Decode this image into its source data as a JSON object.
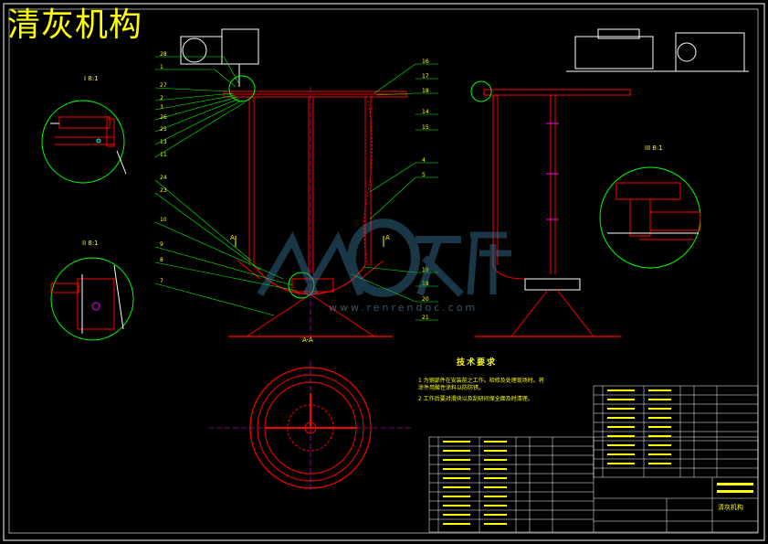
{
  "drawing": {
    "title": "清灰机构",
    "tech_requirements_title": "技术要求",
    "tech_requirements": [
      "1 为钢部件在安装前之工作。检修及处理现场时。将涂件用酸性涂料以防防锈。",
      "2 工作后要对滑块以及刮研间保全面及时清理。"
    ],
    "section_labels": [
      "A-A",
      "I 8:1",
      "II 8:1",
      "III 8:1",
      "A",
      "A"
    ],
    "balloons_right": [
      "16",
      "17",
      "18",
      "14",
      "15",
      "4",
      "5",
      "19",
      "18",
      "20",
      "21"
    ],
    "balloons_left": [
      "28",
      "1",
      "27",
      "2",
      "3",
      "26",
      "25",
      "13",
      "11",
      "24",
      "23",
      "10",
      "9",
      "8",
      "7"
    ],
    "watermark": "www.renrendoc.com",
    "title_block_name": "清灰机构",
    "colors": {
      "background": "#000000",
      "frame": "#ffffff",
      "parts": "#ff0000",
      "leaders": "#00ff00",
      "text": "#ffff00",
      "dim": "#ff00ff"
    }
  }
}
